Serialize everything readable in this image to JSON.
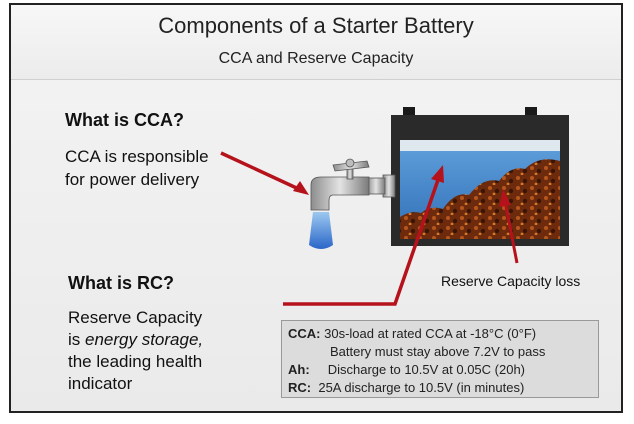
{
  "header": {
    "title": "Components of a Starter Battery",
    "subtitle": "CCA and Reserve Capacity"
  },
  "cca": {
    "question": "What is CCA?",
    "answer_line1": "CCA is responsible",
    "answer_line2": "for power delivery"
  },
  "rc": {
    "question": "What is RC?",
    "answer_line1": "Reserve Capacity",
    "answer_line2_prefix": "is ",
    "answer_line2_em": "energy storage,",
    "answer_line3": "the leading health",
    "answer_line4": "indicator"
  },
  "diagram": {
    "reserve_capacity_loss": "Reserve Capacity loss",
    "colors": {
      "arrow": "#b5121b",
      "water": "#3f87cf",
      "battery_body": "#222222",
      "sediment": "#8a3410"
    }
  },
  "infobox": {
    "cca_label": "CCA:",
    "cca_text1": "30s-load at rated CCA at -18°C (0°F)",
    "cca_text2": "Battery must stay above 7.2V to pass",
    "ah_label": "Ah:",
    "ah_text": "Discharge to 10.5V at 0.05C (20h)",
    "rc_label": "RC:",
    "rc_text": "25A discharge to 10.5V (in minutes)"
  }
}
